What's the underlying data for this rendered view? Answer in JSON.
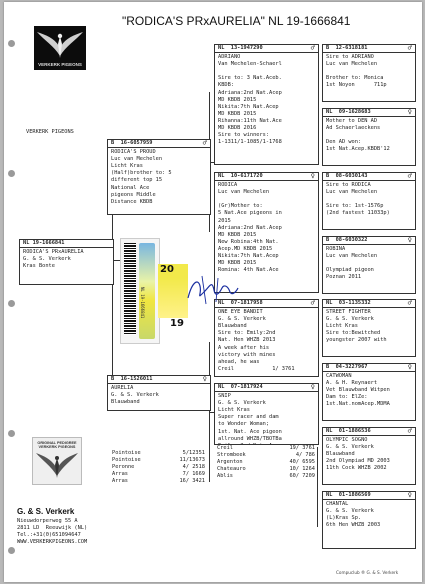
{
  "title": "\"RODICA'S PRxAURELIA\"  NL  19-1666841",
  "logo_top": {
    "label": "VERKERK PIGEONS"
  },
  "breeder_small": "VERKERK PIGEONS",
  "subject": {
    "ring": "NL  19-1666841",
    "lines": "RODICA'S PRxAURELIA\nG. & S. Verkerk\nKras Bonte"
  },
  "stamp": {
    "ring_text": "NL 19-1666841",
    "year_top": "20",
    "year_bottom": "19"
  },
  "sire": {
    "sex": "B",
    "ring": "16-6057959",
    "sym": "♂",
    "lines": "RODICA'S PROUD\nLuc van Mechelen\nLicht Kras\n(Half)brother to: 5\ndifferent top 15\nNational Ace\npigeons Middle\nDistance KBDB"
  },
  "dam": {
    "sex": "B",
    "ring": "16-1526011",
    "sym": "♀",
    "lines": "AURELIA\nG. & S. Verkerk\nBlauwband",
    "results": [
      [
        "Pointoise",
        "5/12351"
      ],
      [
        "Pointoise",
        "11/13673"
      ],
      [
        "Peronne",
        "4/ 2518"
      ],
      [
        "Arras",
        "7/ 1669"
      ],
      [
        "Arras",
        "16/ 3421"
      ]
    ]
  },
  "ss": {
    "sex": "NL",
    "ring": "13-1947290",
    "sym": "♂",
    "lines": "ADRIANO\nVan Mechelen-Schaerl\n\nSire to: 3 Nat.Aceb.\nKBDB:\nAdriana:2nd Nat.Acep\nMD KBDB 2015\nNikita:7th Nat.Acep\nMD KBDB 2015\nRihanna:11th Nat.Ace\nMD KBDB 2016\nSire to winners:\n1-1311/1-1085/1-1768"
  },
  "sd": {
    "sex": "NL",
    "ring": "10-6171720",
    "sym": "♀",
    "lines": "RODICA\nLuc van Mechelen\n\n(Gr)Mother to:\n5 Nat.Ace pigeons in\n2015\nAdriana:2nd Nat.Acep\nMD KBDB 2015\nNew Robina:4th Nat.\nAcep.MD KBDB 2015\nNikita:7th Nat.Acep\nMD KBDB 2015\nRomina: 4th Nat.Ace"
  },
  "ds": {
    "sex": "NL",
    "ring": "07-1817958",
    "sym": "♂",
    "lines": "ONE EYE BANDIT\nG. & S. Verkerk\nBlauwband\nSire to: Emily:2nd\nNat. Hen WHZB 2013\nA week after his\nvictory with mines\nahead, he was\nCreil            1/ 3761"
  },
  "dd": {
    "sex": "NL",
    "ring": "07-1817924",
    "sym": "♀",
    "lines": "SNIP\nG. & S. Verkerk\nLicht Kras\nSuper racer and dam\nto Wonder Woman;\n1st. Nat. Ace pigeon\nallround WHZB/TBOTBa\nEmily, 2nd Nat. Ace",
    "results": [
      [
        "Creil",
        "19/ 3761"
      ],
      [
        "Strombeek",
        "4/  786"
      ],
      [
        "Argenton",
        "40/ 6595"
      ],
      [
        "Chateauro",
        "10/ 1264"
      ],
      [
        "Ablis",
        "60/ 7209"
      ]
    ]
  },
  "sss": {
    "sex": "B",
    "ring": "12-6318181",
    "sym": "♂",
    "lines": "Sire to ADRIANO\nLuc van Mechelen\n\nBrother to: Monica\n1st Noyon      711p"
  },
  "ssd": {
    "sex": "NL",
    "ring": "09-1628683",
    "sym": "♀",
    "lines": "Mother to DEN AD\nAd Schaerlaeckens\n\nDen AD won:\n1st Nat.Acep.KBDB'12"
  },
  "sds": {
    "sex": "B",
    "ring": "08-6030143",
    "sym": "♂",
    "lines": "Sire to RODICA\nLuc van Mechelen\n\nSire to: 1st-1576p\n(2nd fastest 11033p)"
  },
  "sdd": {
    "sex": "B",
    "ring": "08-6030322",
    "sym": "♀",
    "lines": "ROBINA\nLuc van Mechelen\n\nOlympiad pigeon\nPoznan 2011"
  },
  "dss": {
    "sex": "NL",
    "ring": "03-1135332",
    "sym": "♂",
    "lines": "STREET FIGHTER\nG. & S. Verkerk\nLicht Kras\nSire to:Bewitched\nyoungster 2007 with"
  },
  "dsd": {
    "sex": "B",
    "ring": "04-3227967",
    "sym": "♀",
    "lines": "CATWOMAN\nA. & H. Reynaert\nVet Blauwband Witpen\nDam to: ElZe:\n1st.Nat.nomAcep.MDMA"
  },
  "dds": {
    "sex": "NL",
    "ring": "01-1886536",
    "sym": "♂",
    "lines": "OLYMPIC SOGNO\nG. & S. Verkerk\nBlauwband\n2nd Olympiad MD 2003\n11th Cock WHZB 2002"
  },
  "ddd": {
    "sex": "NL",
    "ring": "01-1886569",
    "sym": "♀",
    "lines": "CHANTAL\nG. & S. Verkerk\n(L)Kras Sp.\n6th Hen WHZB 2003"
  },
  "logo_bottom": {
    "label": "ORIGINAL PEDIGREE\nVERKERK PIGEONS"
  },
  "contact": {
    "name": "G. & S. Verkerk",
    "lines": "Nieuwdorperweg 55 A\n2811 LD  Reeuwijk (NL)\nTel.:+31(0)651094647\nWWW.VERKERKPIGEONS.COM"
  },
  "footer": "Compuclub ® G. & S. Verkerk"
}
